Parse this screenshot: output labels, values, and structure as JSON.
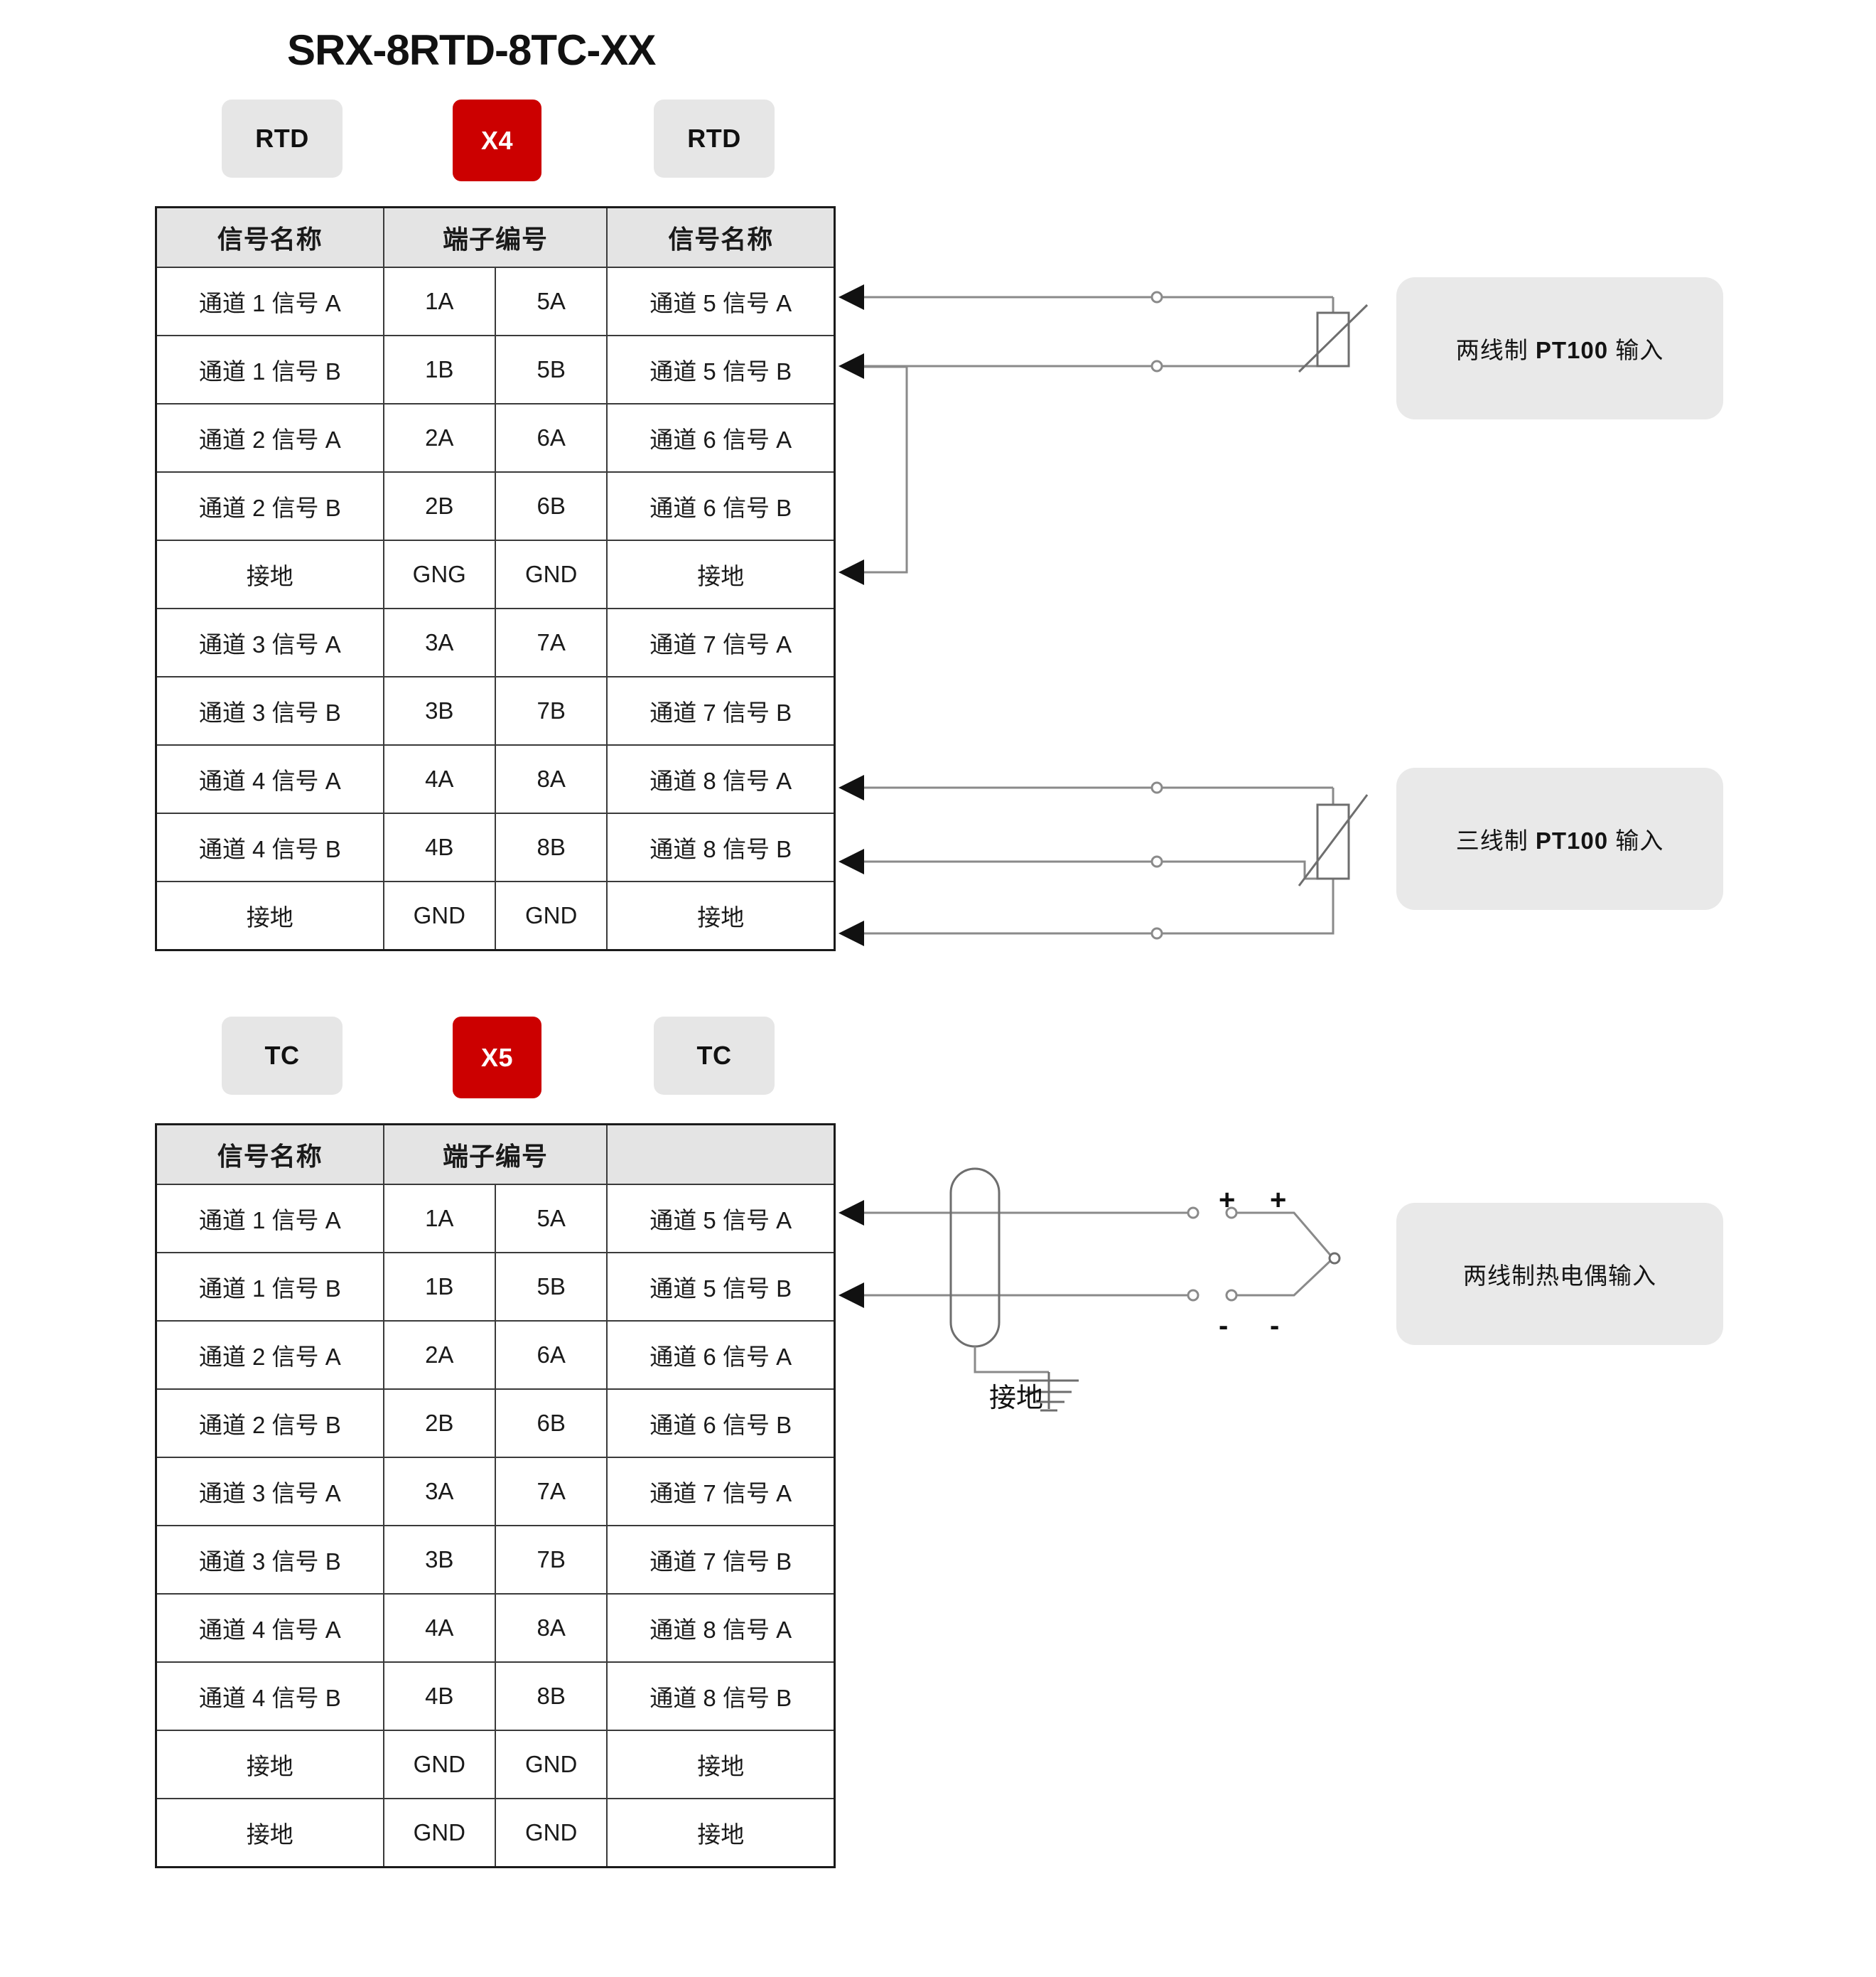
{
  "title": "SRX-8RTD-8TC-XX",
  "colors": {
    "accent_red": "#CC0000",
    "badge_grey": "#E6E6E6",
    "pill_grey": "#E9E9E9",
    "header_grey": "#E4E4E4",
    "wire": "#8a8a8a",
    "border": "#1a1a1a"
  },
  "block_rtd": {
    "badges": {
      "left": "RTD",
      "center": "X4",
      "right": "RTD"
    },
    "headers": [
      "信号名称",
      "端子编号",
      "信号名称"
    ],
    "rows": [
      {
        "left": "通道 1 信号 A",
        "t1": "1A",
        "t2": "5A",
        "right": "通道 5 信号 A"
      },
      {
        "left": "通道 1 信号 B",
        "t1": "1B",
        "t2": "5B",
        "right": "通道 5 信号 B"
      },
      {
        "left": "通道 2 信号 A",
        "t1": "2A",
        "t2": "6A",
        "right": "通道 6 信号 A"
      },
      {
        "left": "通道 2 信号 B",
        "t1": "2B",
        "t2": "6B",
        "right": "通道 6 信号 B"
      },
      {
        "left": "接地",
        "t1": "GNG",
        "t2": "GND",
        "right": "接地"
      },
      {
        "left": "通道 3 信号 A",
        "t1": "3A",
        "t2": "7A",
        "right": "通道 7 信号 A"
      },
      {
        "left": "通道 3 信号 B",
        "t1": "3B",
        "t2": "7B",
        "right": "通道 7 信号 B"
      },
      {
        "left": "通道 4 信号 A",
        "t1": "4A",
        "t2": "8A",
        "right": "通道 8 信号 A"
      },
      {
        "left": "通道 4 信号 B",
        "t1": "4B",
        "t2": "8B",
        "right": "通道 8 信号 B"
      },
      {
        "left": "接地",
        "t1": "GND",
        "t2": "GND",
        "right": "接地"
      }
    ],
    "pill_two_wire": {
      "prefix": "两线制 ",
      "strong": "PT100",
      "suffix": " 输入"
    },
    "pill_three_wire": {
      "prefix": "三线制 ",
      "strong": "PT100",
      "suffix": " 输入"
    }
  },
  "block_tc": {
    "badges": {
      "left": "TC",
      "center": "X5",
      "right": "TC"
    },
    "headers": [
      "信号名称",
      "端子编号",
      ""
    ],
    "rows": [
      {
        "left": "通道 1 信号 A",
        "t1": "1A",
        "t2": "5A",
        "right": "通道 5 信号 A"
      },
      {
        "left": "通道 1 信号 B",
        "t1": "1B",
        "t2": "5B",
        "right": "通道 5 信号 B"
      },
      {
        "left": "通道 2 信号 A",
        "t1": "2A",
        "t2": "6A",
        "right": "通道 6 信号 A"
      },
      {
        "left": "通道 2 信号 B",
        "t1": "2B",
        "t2": "6B",
        "right": "通道 6 信号 B"
      },
      {
        "left": "通道 3 信号 A",
        "t1": "3A",
        "t2": "7A",
        "right": "通道 7 信号 A"
      },
      {
        "left": "通道 3 信号 B",
        "t1": "3B",
        "t2": "7B",
        "right": "通道 7 信号 B"
      },
      {
        "left": "通道 4 信号 A",
        "t1": "4A",
        "t2": "8A",
        "right": "通道 8 信号 A"
      },
      {
        "left": "通道 4 信号 B",
        "t1": "4B",
        "t2": "8B",
        "right": "通道 8 信号 B"
      },
      {
        "left": "接地",
        "t1": "GND",
        "t2": "GND",
        "right": "接地"
      },
      {
        "left": "接地",
        "t1": "GND",
        "t2": "GND",
        "right": "接地"
      }
    ],
    "pill_tc": "两线制热电偶输入",
    "ground_caption": "接地",
    "polarity_positive": "+",
    "polarity_negative": "-"
  }
}
